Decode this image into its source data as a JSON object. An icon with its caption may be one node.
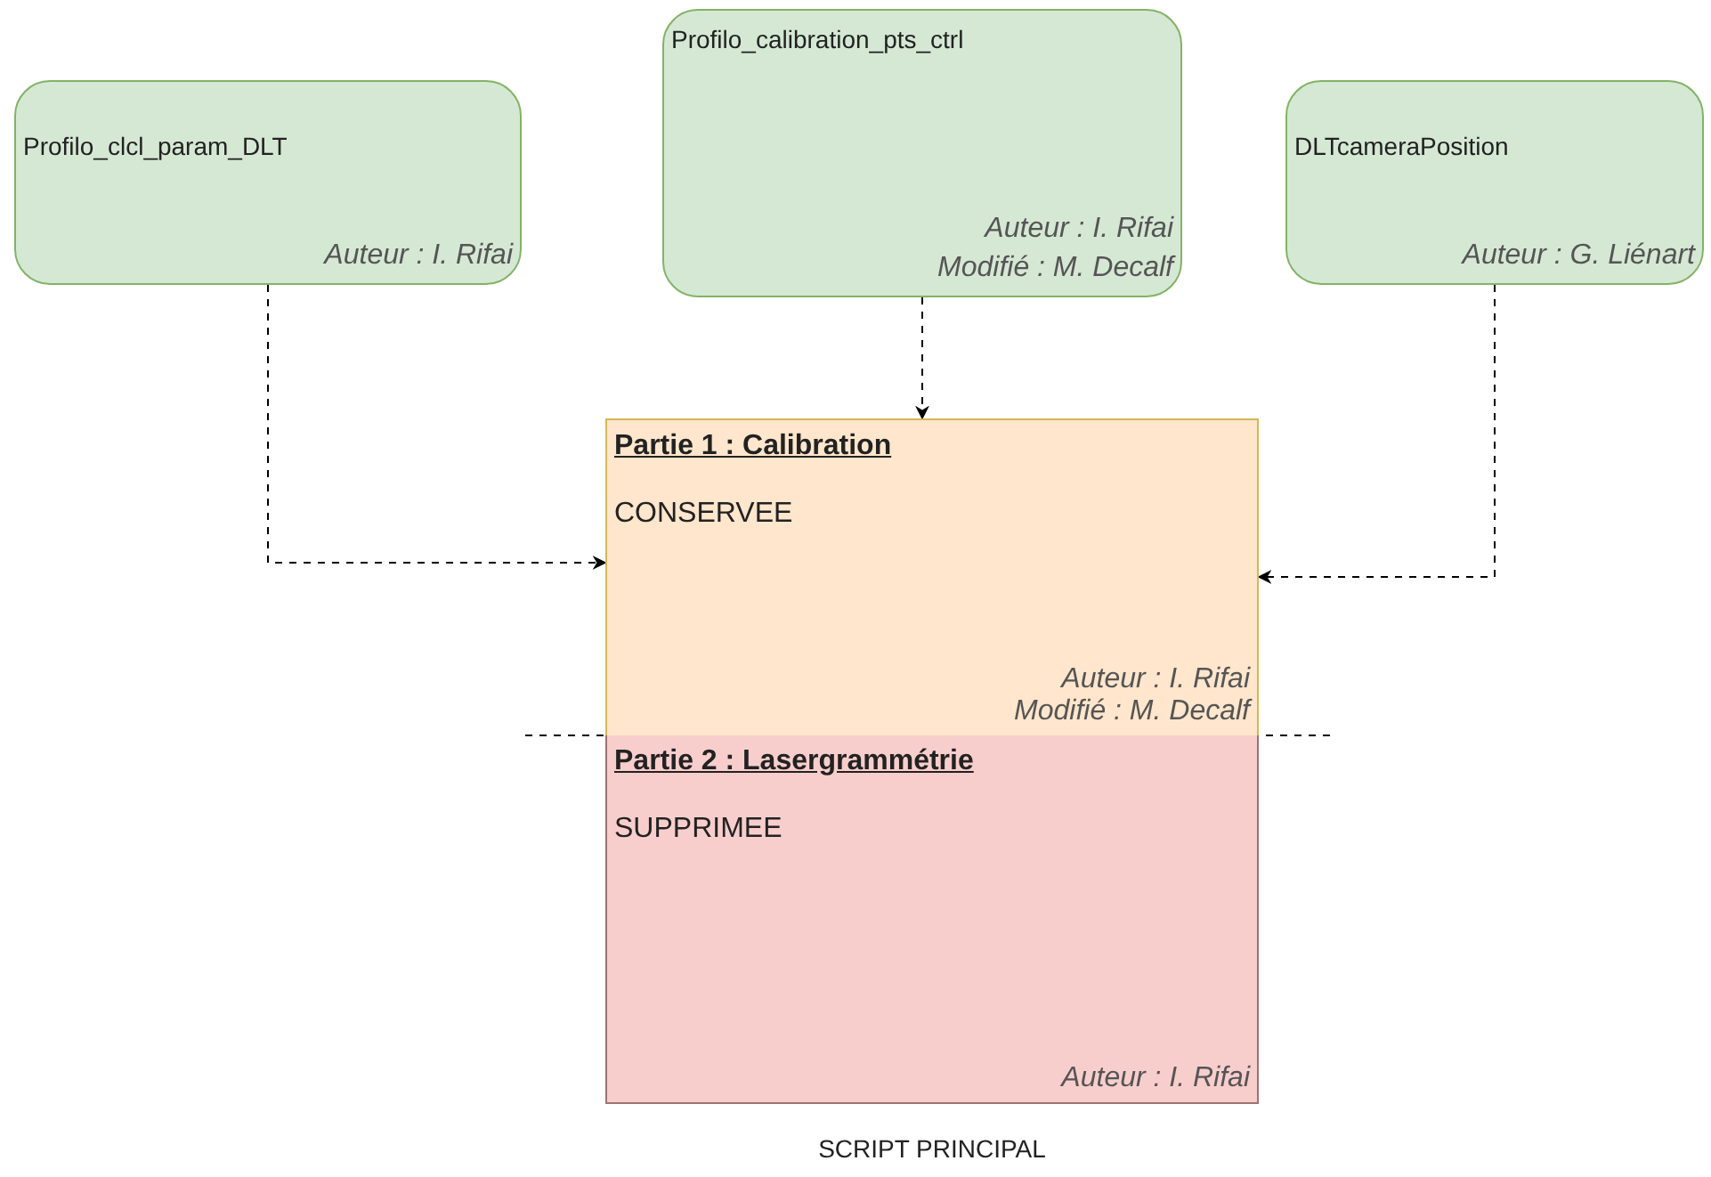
{
  "diagram": {
    "caption": "SCRIPT PRINCIPAL",
    "nodes": [
      {
        "text": [
          "Profilo_clcl_param_DLT",
          "Auteur : I. Rifai"
        ]
      },
      {
        "text": [
          "Profilo_calibration_pts_ctrl",
          "Auteur : I. Rifai",
          "Modifié : M. Decalf"
        ]
      },
      {
        "text": [
          "DLTcameraPosition",
          "Auteur : G. Liénart"
        ]
      },
      {
        "text": [
          "Partie 1 : Calibration",
          "CONSERVEE",
          "Auteur : I. Rifai",
          "Modifié : M. Decalf"
        ]
      },
      {
        "text": [
          "Partie 2 : Lasergrammétrie",
          "SUPPRIMEE",
          "Auteur : I. Rifai"
        ]
      }
    ],
    "edges": [
      {
        "from": 0,
        "to": 3,
        "arrow": "to",
        "style": "dashed"
      },
      {
        "from": 1,
        "to": 3,
        "arrow": "to",
        "style": "dashed"
      },
      {
        "from": 2,
        "to": 3,
        "arrow": "to",
        "style": "dashed"
      }
    ]
  }
}
